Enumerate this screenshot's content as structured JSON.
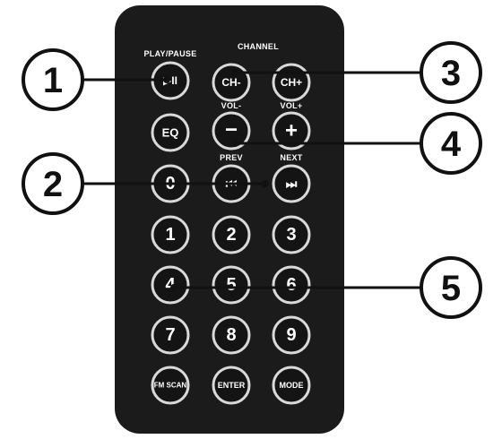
{
  "remote": {
    "labels": {
      "play_pause": "PLAY/PAUSE",
      "channel": "CHANNEL",
      "vol_minus": "VOL-",
      "vol_plus": "VOL+",
      "prev": "PREV",
      "next": "NEXT"
    },
    "buttons": {
      "play_pause": "▶II",
      "ch_minus": "CH-",
      "ch_plus": "CH+",
      "eq": "EQ",
      "vol_minus": "−",
      "vol_plus": "+",
      "zero": "0",
      "prev": "⏮",
      "next": "⏭",
      "one": "1",
      "two": "2",
      "three": "3",
      "four": "4",
      "five": "5",
      "six": "6",
      "seven": "7",
      "eight": "8",
      "nine": "9",
      "fm_scan": "FM SCAN",
      "enter": "ENTER",
      "mode": "MODE"
    }
  },
  "callouts": [
    "1",
    "2",
    "3",
    "4",
    "5"
  ],
  "colors": {
    "remote_body": "#1a1a1a",
    "button_fill": "#141414",
    "button_ring": "#d9d9d9",
    "callout_line": "#111111"
  }
}
